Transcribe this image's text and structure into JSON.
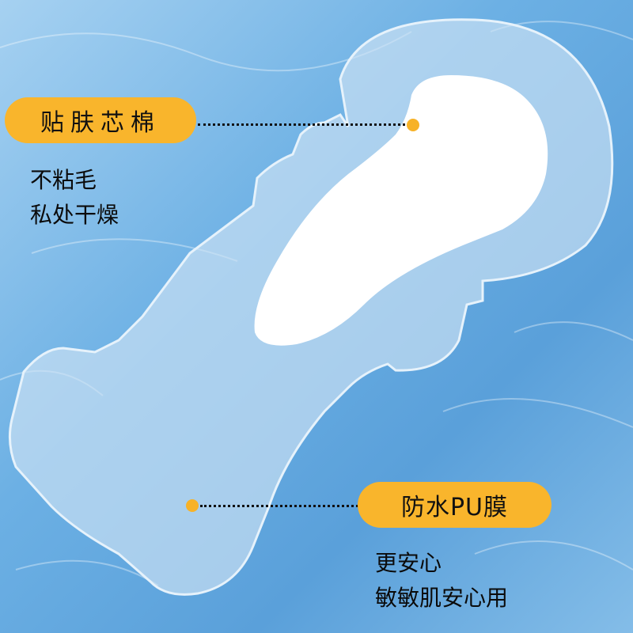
{
  "callouts": {
    "top": {
      "label": "贴肤芯棉",
      "desc_line1": "不粘毛",
      "desc_line2": "私处干燥"
    },
    "bottom": {
      "label": "防水PU膜",
      "desc_line1": "更安心",
      "desc_line2": "敏敏肌安心用"
    }
  },
  "colors": {
    "accent": "#f9b52c",
    "water": "#6aaee2",
    "pad_film": "#cfe3f4",
    "core": "#ffffff",
    "text": "#111111"
  }
}
